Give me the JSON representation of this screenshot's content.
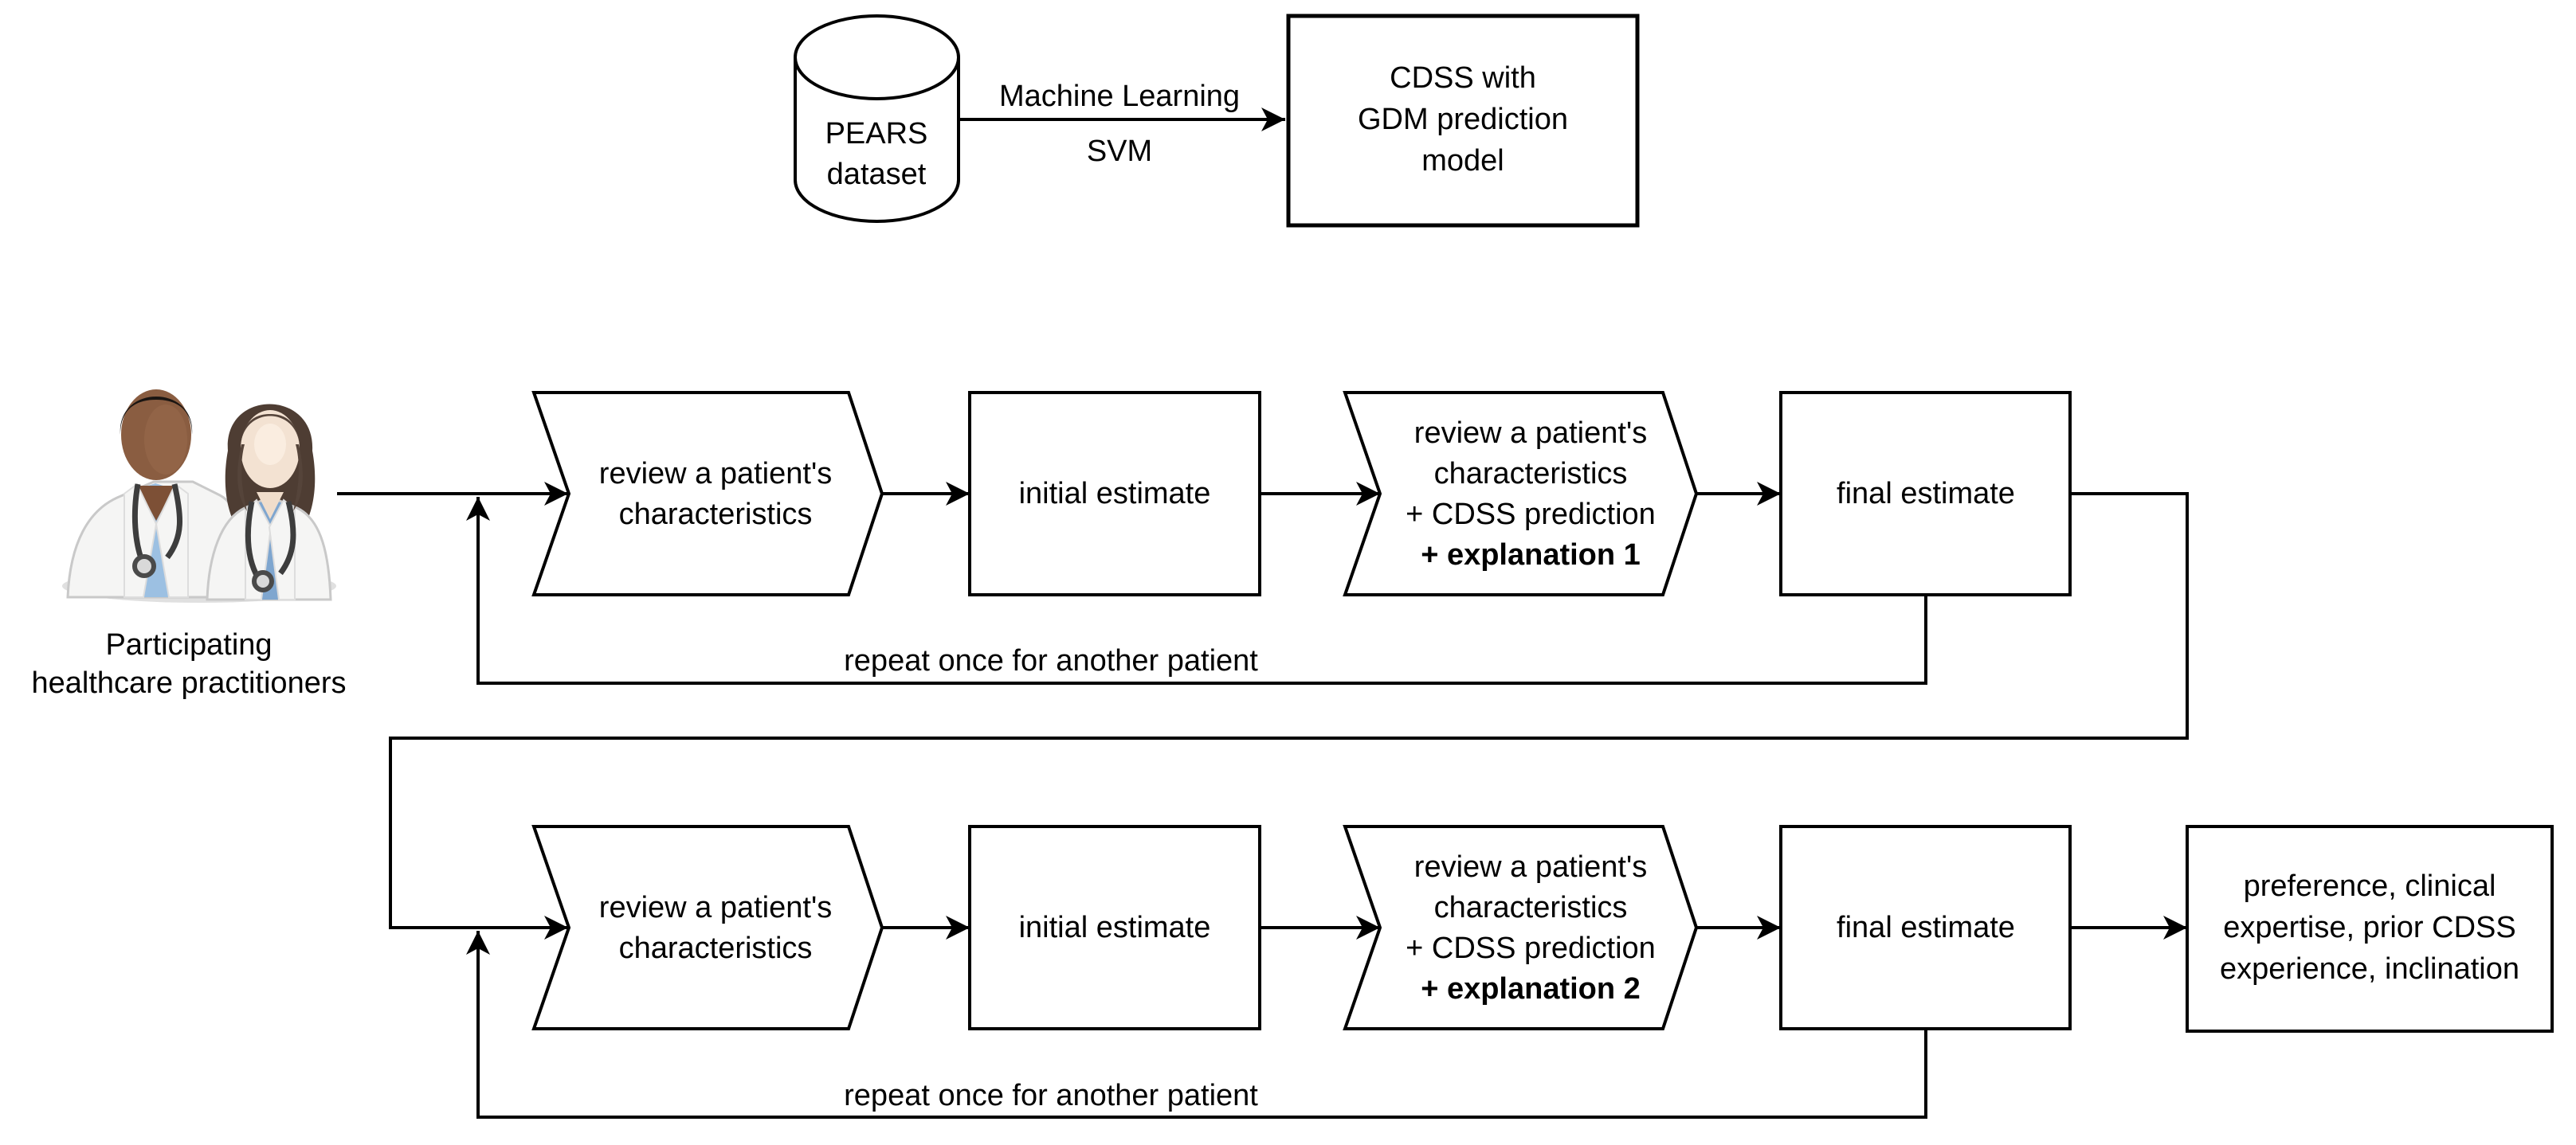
{
  "flow": {
    "colors": {
      "stroke": "#000000",
      "background": "#ffffff",
      "coat": "#f5f5f4",
      "coat_edge": "#c9c9c9",
      "male_skin": "#8a5d41",
      "female_skin": "#f3e2d2",
      "male_scrub": "#9cc0e2",
      "female_scrub": "#7fa6cf"
    },
    "top": {
      "database_label_line1": "PEARS",
      "database_label_line2": "dataset",
      "arrow_label_top": "Machine Learning",
      "arrow_label_bottom": "SVM",
      "cdss_line1": "CDSS with",
      "cdss_line2": "GDM prediction",
      "cdss_line3": "model"
    },
    "actors": {
      "caption_line1": "Participating",
      "caption_line2": "healthcare practitioners"
    },
    "row1": {
      "step1_line1": "review a patient's",
      "step1_line2": "characteristics",
      "step2_label": "initial estimate",
      "step3_line1": "review a patient's",
      "step3_line2": "characteristics",
      "step3_line3": "+ CDSS prediction",
      "step3_bold": "+ explanation 1",
      "step4_label": "final estimate",
      "repeat_label": "repeat once for another patient"
    },
    "row2": {
      "step1_line1": "review a patient's",
      "step1_line2": "characteristics",
      "step2_label": "initial estimate",
      "step3_line1": "review a patient's",
      "step3_line2": "characteristics",
      "step3_line3": "+ CDSS prediction",
      "step3_bold": "+ explanation 2",
      "step4_label": "final estimate",
      "repeat_label": "repeat once for another patient",
      "outcome_line1": "preference, clinical",
      "outcome_line2": "expertise, prior CDSS",
      "outcome_line3": "experience, inclination"
    }
  }
}
